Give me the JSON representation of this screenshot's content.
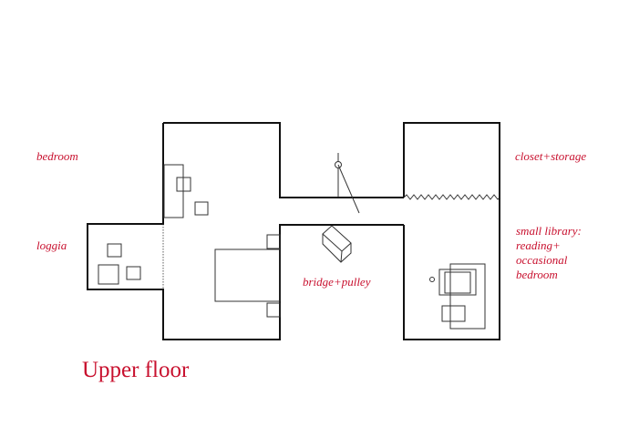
{
  "title": "Upper floor",
  "colors": {
    "accent": "#c8102e",
    "line": "#111111",
    "thin_line": "#333333"
  },
  "labels": {
    "bedroom": "bedroom",
    "loggia": "loggia",
    "bridge": "bridge+pulley",
    "closet": "closet+storage",
    "library": "small library:\nreading+\noccasional\nbedroom"
  }
}
